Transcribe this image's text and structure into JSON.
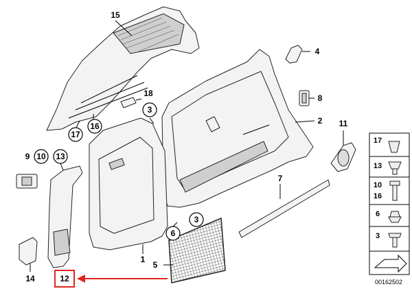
{
  "callouts": {
    "c15": "15",
    "c4": "4",
    "c18": "18",
    "c8": "8",
    "c3a": "3",
    "c2": "2",
    "c11": "11",
    "c17": "17",
    "c16": "16",
    "c9": "9",
    "c10": "10",
    "c13": "13",
    "c7": "7",
    "c6": "6",
    "c3b": "3",
    "c1": "1",
    "c5": "5",
    "c14": "14",
    "c12": "12"
  },
  "legend": {
    "items": [
      "17",
      "13",
      "10",
      "16",
      "6",
      "3"
    ]
  },
  "ref_number": "00162502",
  "colors": {
    "highlight": "#e0241f",
    "line": "#000000"
  }
}
